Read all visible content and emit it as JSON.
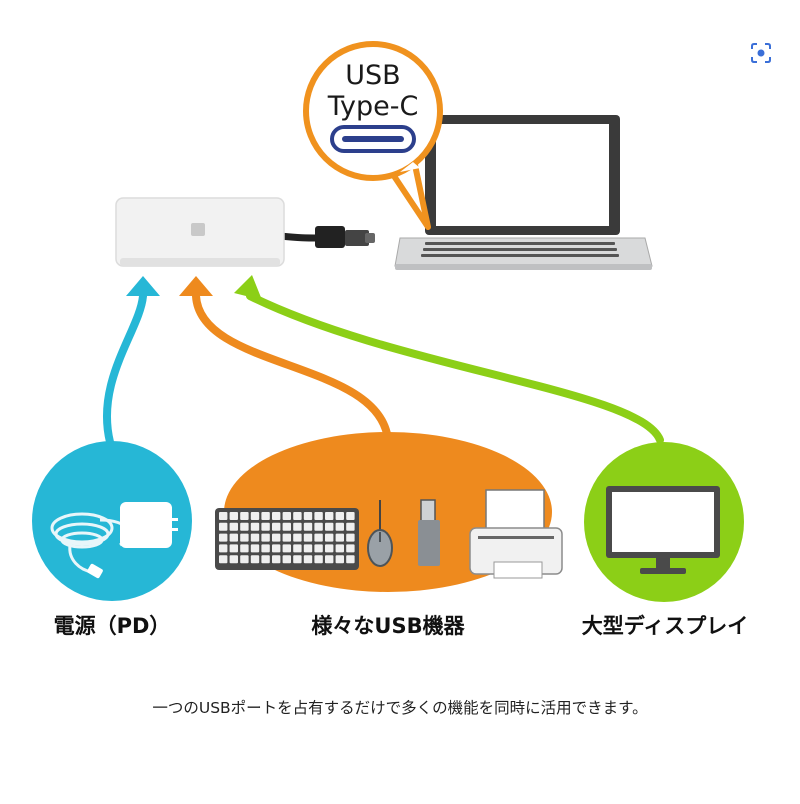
{
  "callout": {
    "line1": "USB",
    "line2": "Type-C"
  },
  "labels": {
    "power": "電源（PD）",
    "usb_devices": "様々なUSB機器",
    "display": "大型ディスプレイ"
  },
  "caption": "一つのUSBポートを占有するだけで多くの機能を同時に活用できます。",
  "colors": {
    "power": "#26b7d6",
    "usb": "#ee8a1e",
    "display": "#8ccf17",
    "callout_border": "#f0921e",
    "connector": "#2c3f8c"
  },
  "icons": {
    "lens": "lens-icon"
  }
}
